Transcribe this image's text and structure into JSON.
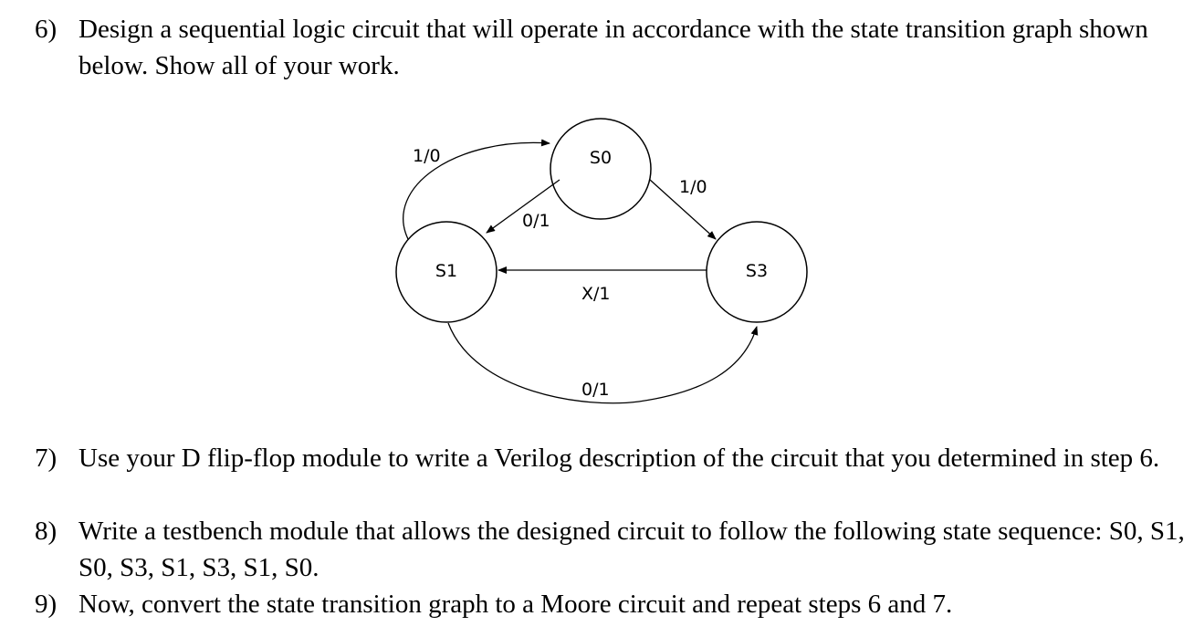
{
  "questions": [
    {
      "number": "6)",
      "text": "Design a sequential logic circuit that will operate in accordance with the state transition graph shown below. Show all of your work."
    },
    {
      "number": "7)",
      "text": "Use your D flip-flop module to write a Verilog description of the circuit that you determined in step 6."
    },
    {
      "number": "8)",
      "text": "Write a testbench module that allows the designed circuit to follow the following state sequence: S0, S1, S0, S3, S1, S3, S1, S0."
    },
    {
      "number": "9)",
      "text": "Now, convert the state transition graph to a Moore circuit and repeat steps 6 and 7."
    }
  ],
  "diagram": {
    "states": {
      "s0": "S0",
      "s1": "S1",
      "s3": "S3"
    },
    "transitions": {
      "s1_to_s0": "1/0",
      "s0_to_s1": "0/1",
      "s0_to_s3": "1/0",
      "s3_to_s1": "X/1",
      "s1_to_s3": "0/1"
    }
  }
}
